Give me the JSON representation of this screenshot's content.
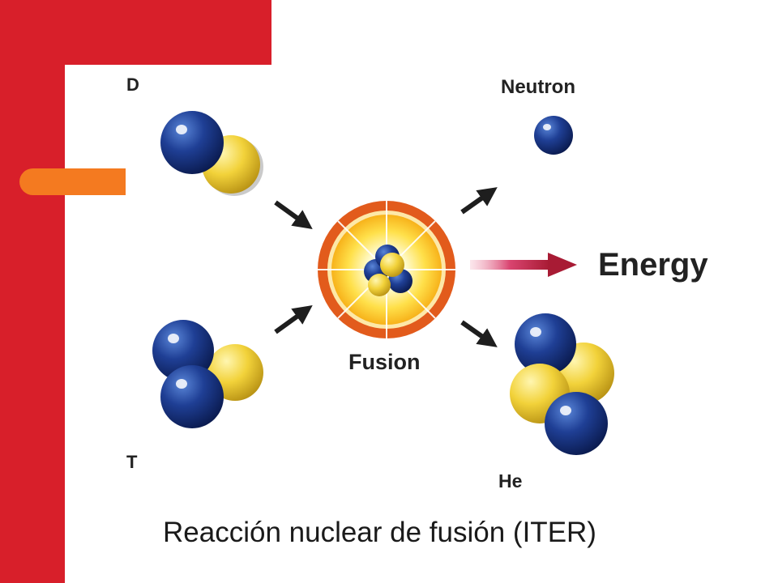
{
  "labels": {
    "deuterium": "D",
    "tritium": "T",
    "neutron": "Neutron",
    "fusion": "Fusion",
    "helium": "He",
    "energy": "Energy"
  },
  "caption": "Reacción nuclear de fusión (ITER)",
  "colors": {
    "frame_red": "#d81f2a",
    "frame_orange": "#f47a20",
    "neutron_blue": "#1a3a8a",
    "proton_yellow": "#f2d23a",
    "fusion_ring": "#e25b1c",
    "energy_arrow": "#b8213a"
  }
}
